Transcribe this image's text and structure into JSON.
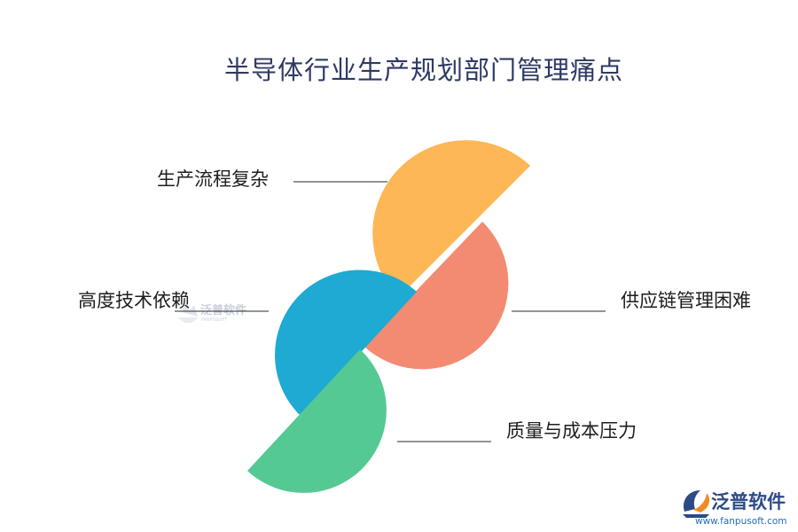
{
  "title": "半导体行业生产规划部门管理痛点",
  "items": [
    {
      "label": "生产流程复杂",
      "color": "#fdb756"
    },
    {
      "label": "供应链管理困难",
      "color": "#f28b72"
    },
    {
      "label": "高度技术依赖",
      "color": "#1eaad2"
    },
    {
      "label": "质量与成本压力",
      "color": "#55c993"
    }
  ],
  "watermark": {
    "text": "泛普软件",
    "subtext": "FANPUSOFT"
  },
  "logo": {
    "text": "泛普软件",
    "url": "www.fanpusoft.com"
  },
  "colors": {
    "title": "#2f3a63",
    "logo_blue": "#2c4a86",
    "logo_orange": "#f08a24"
  }
}
